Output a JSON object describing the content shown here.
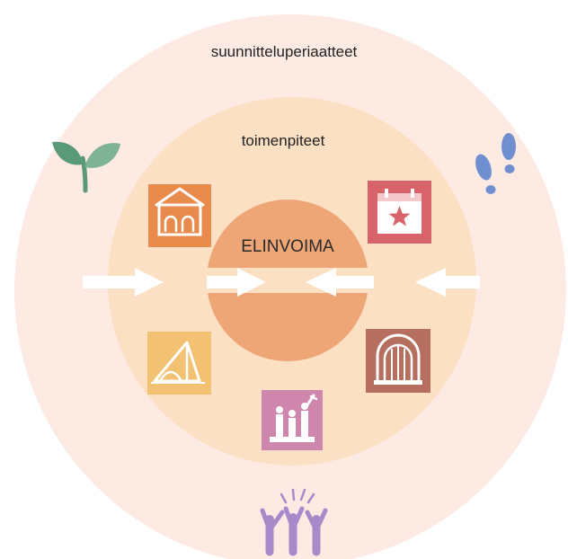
{
  "labels": {
    "outer_ring": "suunnitteluperiaatteet",
    "inner_ring": "toimenpiteet",
    "core": "ELINVOIMA"
  },
  "colors": {
    "outer_ring": "#fdeae3",
    "inner_ring": "#fce0c4",
    "core": "#eea677",
    "arrow": "#ffffff",
    "sprout": "#5a9a7a",
    "footprints": "#6f8fd0",
    "people": "#a78ac9"
  },
  "icons": [
    {
      "name": "building-icon",
      "color": "#e78a4b"
    },
    {
      "name": "calendar-star-icon",
      "color": "#d9636b"
    },
    {
      "name": "tent-icon",
      "color": "#f2c272"
    },
    {
      "name": "amphitheater-icon",
      "color": "#b66f5e"
    },
    {
      "name": "statue-icon",
      "color": "#cf86ad"
    }
  ]
}
